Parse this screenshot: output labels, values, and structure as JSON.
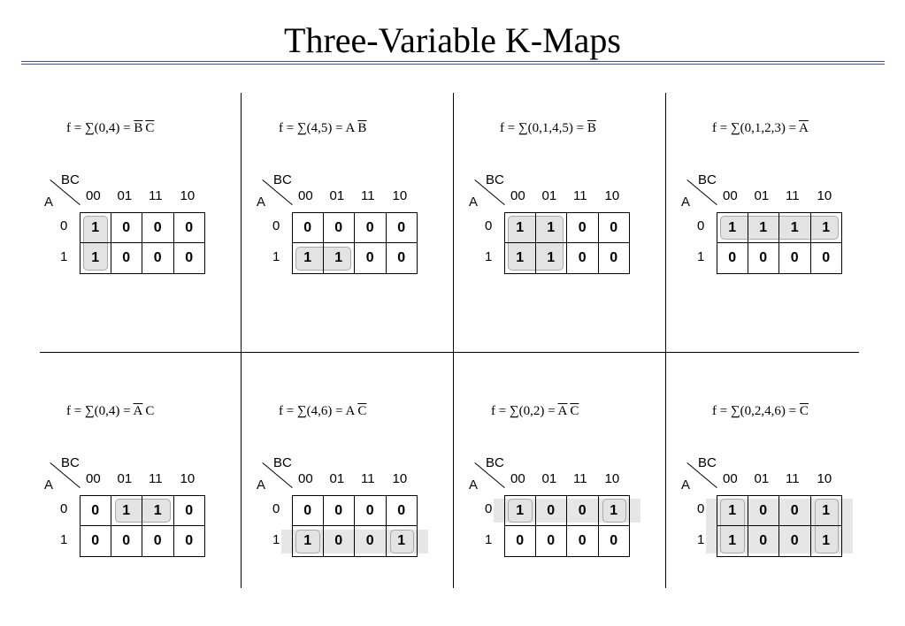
{
  "title": "Three-Variable K-Maps",
  "axis": {
    "row_var": "A",
    "col_var": "BC",
    "cols": [
      "00",
      "01",
      "11",
      "10"
    ],
    "rows": [
      "0",
      "1"
    ]
  },
  "maps": [
    {
      "prefix": "f = ∑(0,4) = ",
      "terms": [
        {
          "t": "B",
          "bar": true
        },
        {
          "t": "C",
          "bar": true
        }
      ],
      "values": [
        [
          1,
          0,
          0,
          0
        ],
        [
          1,
          0,
          0,
          0
        ]
      ],
      "groups": [
        {
          "r": [
            0,
            1
          ],
          "c": [
            0,
            0
          ]
        }
      ]
    },
    {
      "prefix": "f = ∑(4,5) = ",
      "terms": [
        {
          "t": "A",
          "bar": false
        },
        {
          "t": "B",
          "bar": true
        }
      ],
      "values": [
        [
          0,
          0,
          0,
          0
        ],
        [
          1,
          1,
          0,
          0
        ]
      ],
      "groups": [
        {
          "r": [
            1,
            1
          ],
          "c": [
            0,
            1
          ]
        }
      ]
    },
    {
      "prefix": "f = ∑(0,1,4,5) = ",
      "terms": [
        {
          "t": "B",
          "bar": true
        }
      ],
      "values": [
        [
          1,
          1,
          0,
          0
        ],
        [
          1,
          1,
          0,
          0
        ]
      ],
      "groups": [
        {
          "r": [
            0,
            1
          ],
          "c": [
            0,
            1
          ]
        }
      ]
    },
    {
      "prefix": "f = ∑(0,1,2,3) = ",
      "terms": [
        {
          "t": "A",
          "bar": true
        }
      ],
      "values": [
        [
          1,
          1,
          1,
          1
        ],
        [
          0,
          0,
          0,
          0
        ]
      ],
      "groups": [
        {
          "r": [
            0,
            0
          ],
          "c": [
            0,
            3
          ]
        }
      ]
    },
    {
      "prefix": "f = ∑(0,4) = ",
      "terms": [
        {
          "t": "A",
          "bar": true
        },
        {
          "t": "C",
          "bar": false
        }
      ],
      "values": [
        [
          0,
          1,
          1,
          0
        ],
        [
          0,
          0,
          0,
          0
        ]
      ],
      "groups": [
        {
          "r": [
            0,
            0
          ],
          "c": [
            1,
            2
          ]
        }
      ]
    },
    {
      "prefix": "f = ∑(4,6) = ",
      "terms": [
        {
          "t": "A",
          "bar": false
        },
        {
          "t": "C",
          "bar": true
        }
      ],
      "values": [
        [
          0,
          0,
          0,
          0
        ],
        [
          1,
          0,
          0,
          1
        ]
      ],
      "groups": [
        {
          "r": [
            1,
            1
          ],
          "c": [
            0,
            0
          ]
        },
        {
          "r": [
            1,
            1
          ],
          "c": [
            3,
            3
          ]
        }
      ],
      "wrap": [
        1,
        1
      ]
    },
    {
      "prefix": "f = ∑(0,2) = ",
      "terms": [
        {
          "t": "A",
          "bar": true
        },
        {
          "t": "C",
          "bar": true
        }
      ],
      "values": [
        [
          1,
          0,
          0,
          1
        ],
        [
          0,
          0,
          0,
          0
        ]
      ],
      "groups": [
        {
          "r": [
            0,
            0
          ],
          "c": [
            0,
            0
          ]
        },
        {
          "r": [
            0,
            0
          ],
          "c": [
            3,
            3
          ]
        }
      ],
      "wrap": [
        0,
        0
      ]
    },
    {
      "prefix": "f = ∑(0,2,4,6) = ",
      "terms": [
        {
          "t": "C",
          "bar": true
        }
      ],
      "values": [
        [
          1,
          0,
          0,
          1
        ],
        [
          1,
          0,
          0,
          1
        ]
      ],
      "groups": [
        {
          "r": [
            0,
            1
          ],
          "c": [
            0,
            0
          ]
        },
        {
          "r": [
            0,
            1
          ],
          "c": [
            3,
            3
          ]
        }
      ],
      "wrap": [
        0,
        1
      ]
    }
  ]
}
